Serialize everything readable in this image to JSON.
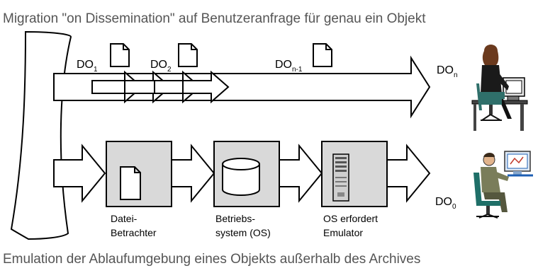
{
  "diagram": {
    "top_caption": "Migration \"on Dissemination\" auf Benutzeranfrage für genau ein Objekt",
    "bottom_caption": "Emulation der Ablaufumgebung eines Objekts außerhalb des Archives",
    "migration": {
      "objects": [
        {
          "base": "DO",
          "sub": "1"
        },
        {
          "base": "DO",
          "sub": "2"
        },
        {
          "base": "DO",
          "sub": "n-1"
        }
      ],
      "result": {
        "base": "DO",
        "sub": "n"
      }
    },
    "emulation": {
      "steps": [
        {
          "line1": "Datei-",
          "line2": "Betrachter"
        },
        {
          "line1": "Betriebs-",
          "line2": "system (OS)"
        },
        {
          "line1": "OS erfordert",
          "line2": "Emulator"
        }
      ],
      "result": {
        "base": "DO",
        "sub": "0"
      }
    }
  }
}
